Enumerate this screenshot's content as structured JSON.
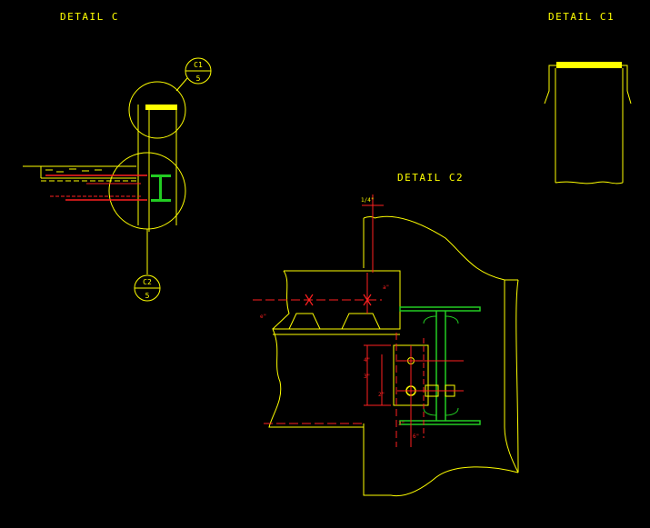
{
  "drawing": {
    "background": "#000000",
    "colors": {
      "outline": "#ffff00",
      "dimension": "#ff2020",
      "steel_beam": "#22cc22"
    },
    "titles": {
      "detail_c": "DETAIL C",
      "detail_c1": "DETAIL C1",
      "detail_c2": "DETAIL C2"
    },
    "callouts": [
      {
        "detail": "C1",
        "sheet": "5"
      },
      {
        "detail": "C2",
        "sheet": "5"
      }
    ],
    "dimension_labels": [
      "1/4\"",
      "a\"",
      "e\"",
      "4\"",
      "3\"",
      "2\"",
      "3\"",
      "6\""
    ]
  }
}
